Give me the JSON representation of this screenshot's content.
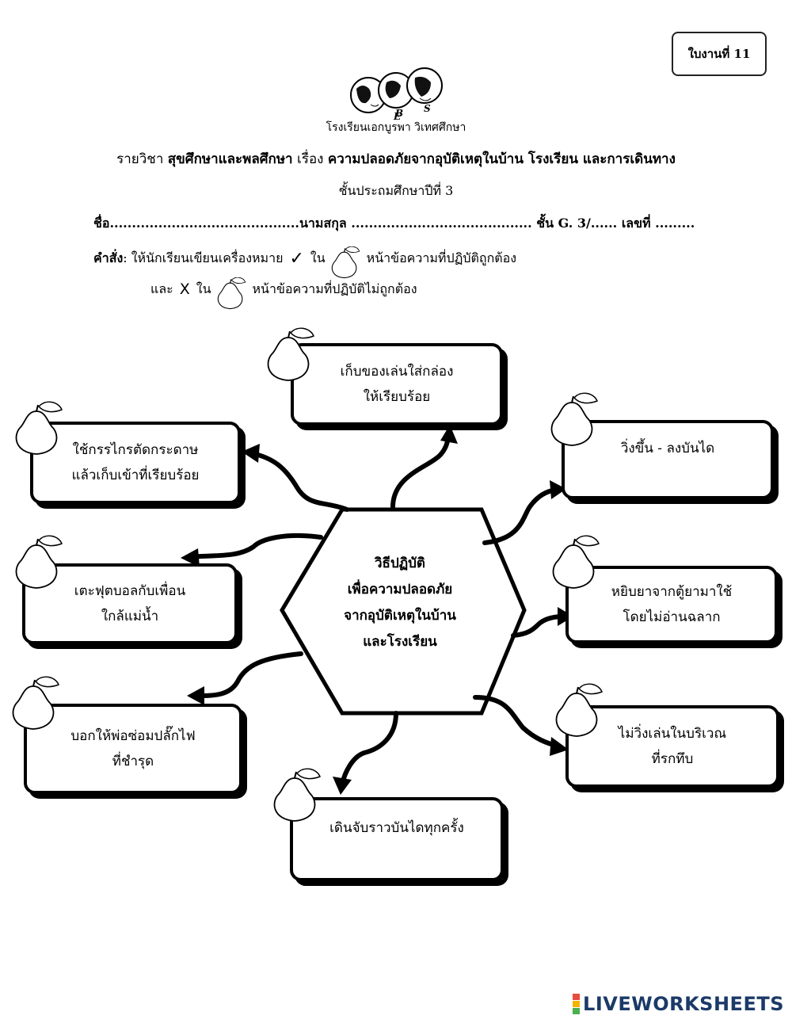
{
  "header": {
    "sheet_number": "ใบงานที่ 11",
    "school_name": "โรงเรียนเอกบูรพา วิเทศศึกษา",
    "subject_prefix": "รายวิชา ",
    "subject_name": "สุขศึกษาและพลศึกษา",
    "topic_prefix": "   เรื่อง ",
    "topic": "ความปลอดภัยจากอุบัติเหตุในบ้าน โรงเรียน และการเดินทาง",
    "grade": "ชั้นประถมศึกษาปีที่ 3",
    "fields": "ชื่อ...........................................นามสกุล ......................................... ชั้น G. 3/......   เลขที่ .........",
    "instr_label": "คำสั่ง",
    "instr_text": " : ให้นักเรียนเขียนเครื่องหมาย",
    "instr_in": "ใน",
    "instr_correct": "หน้าข้อความที่ปฏิบัติถูกต้อง",
    "instr_and": "และ",
    "check_symbol": "✓",
    "x_symbol": "X",
    "instr_incorrect": "หน้าข้อความที่ปฏิบัติไม่ถูกต้อง",
    "logo_letters": [
      "E",
      "B",
      "S"
    ]
  },
  "center": {
    "lines": [
      "วิธีปฏิบัติ",
      "เพื่อความปลอดภัย",
      "จากอุบัติเหตุในบ้าน",
      "และโรงเรียน"
    ]
  },
  "items": [
    {
      "line1": "เก็บของเล่นใส่กล่อง",
      "line2": "ให้เรียบร้อย"
    },
    {
      "line1": "ใช้กรรไกรตัดกระดาษ",
      "line2": "แล้วเก็บเข้าที่เรียบร้อย"
    },
    {
      "line1": "วิ่งขึ้น - ลงบันได",
      "line2": ""
    },
    {
      "line1": "เตะฟุตบอลกับเพื่อน",
      "line2": "ใกล้แม่น้ำ"
    },
    {
      "line1": "หยิบยาจากตู้ยามาใช้",
      "line2": "โดยไม่อ่านฉลาก"
    },
    {
      "line1": "บอกให้พ่อซ่อมปลั๊กไฟ",
      "line2": "ที่ชำรุด"
    },
    {
      "line1": "ไม่วิ่งเล่นในบริเวณ",
      "line2": "ที่รกทึบ"
    },
    {
      "line1": "เดินจับราวบันไดทุกครั้ง",
      "line2": ""
    }
  ],
  "brand": {
    "text": "LIVEWORKSHEETS",
    "colors": [
      "#e84c3d",
      "#f4b400",
      "#4caf50",
      "#2196f3"
    ]
  }
}
